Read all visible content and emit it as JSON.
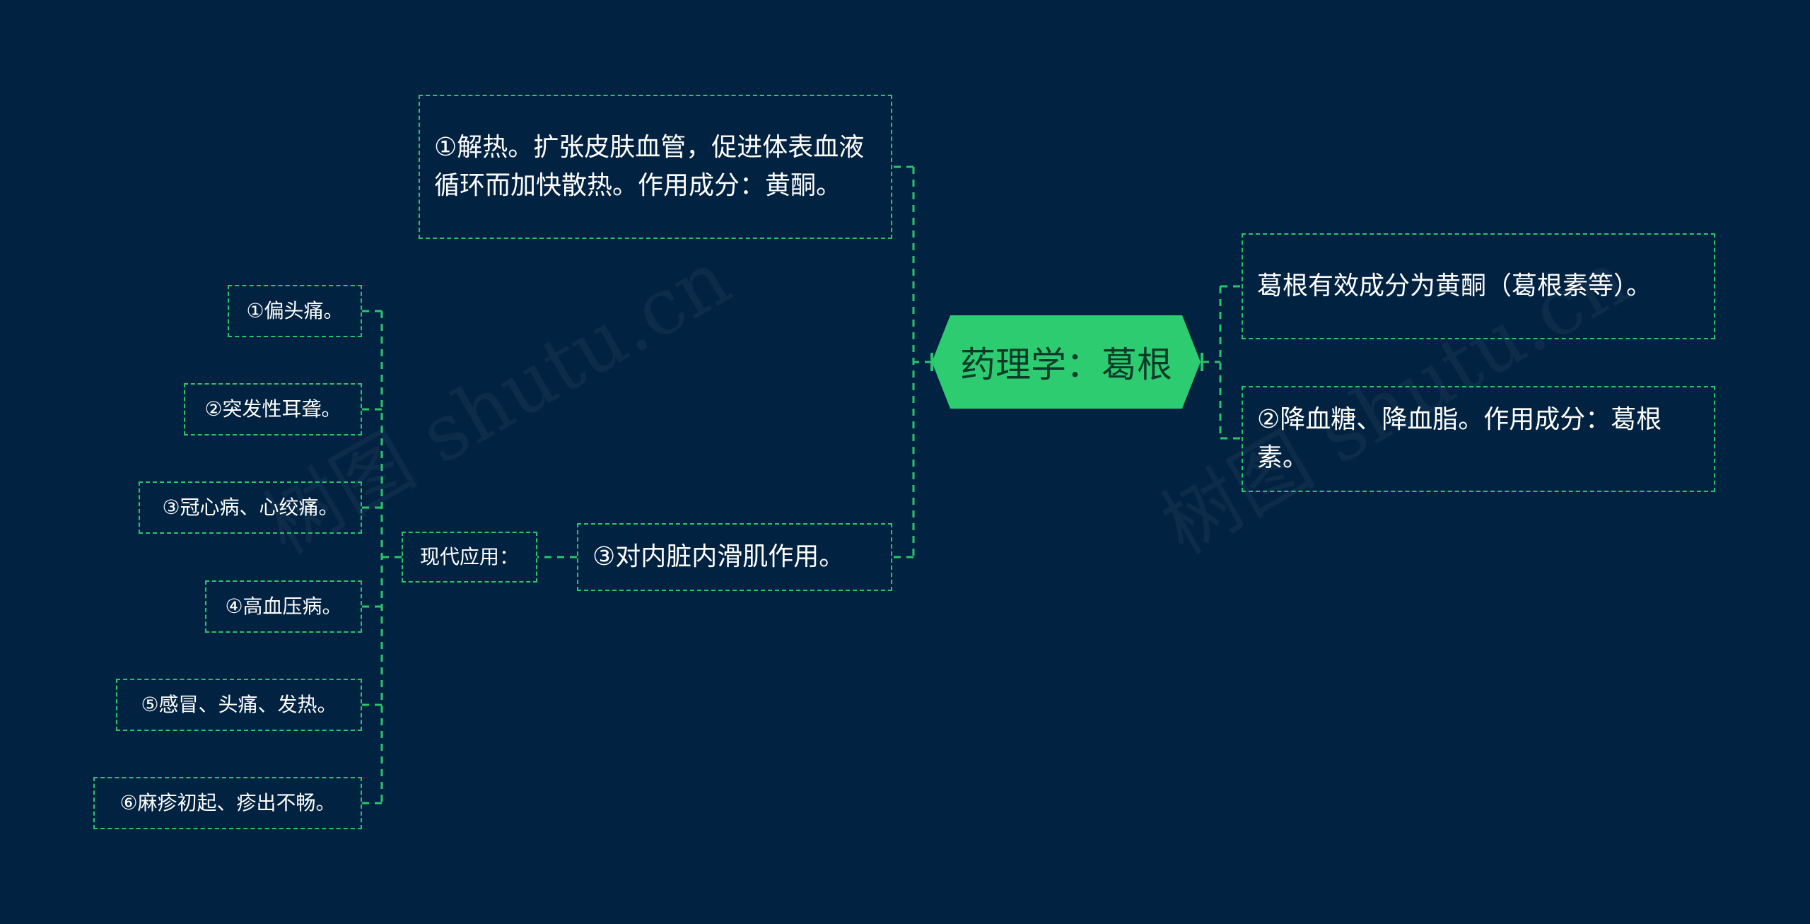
{
  "root": {
    "label": "药理学：葛根"
  },
  "watermarks": [
    "树图 shutu.cn",
    "树图 shutu.cn"
  ],
  "right": [
    {
      "text": "葛根有效成分为黄酮（葛根素等）。"
    },
    {
      "text": "②降血糖、降血脂。作用成分：葛根素。"
    }
  ],
  "left": [
    {
      "text": "①解热。扩张皮肤血管，促进体表血液循环而加快散热。作用成分：黄酮。"
    },
    {
      "text": "③对内脏内滑肌作用。"
    }
  ],
  "modern": {
    "label": "现代应用：",
    "items": [
      "①偏头痛。",
      "②突发性耳聋。",
      "③冠心病、心绞痛。",
      "④高血压病。",
      "⑤感冒、头痛、发热。",
      "⑥麻疹初起、疹出不畅。"
    ]
  },
  "colors": {
    "background": "#012240",
    "accent": "#2ecc71",
    "connector": "#2ac56b",
    "root_text": "#0a3a28",
    "node_text": "#ffffff"
  }
}
